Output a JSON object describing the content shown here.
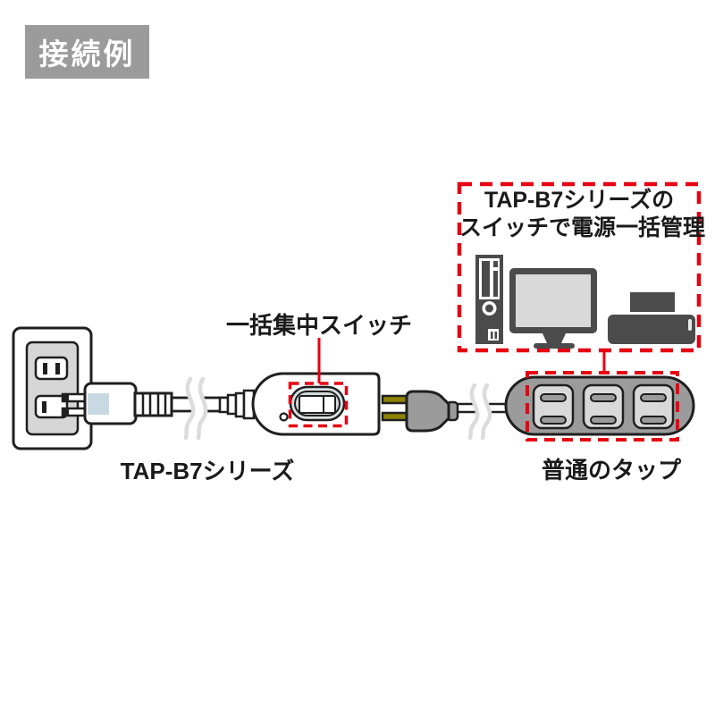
{
  "badge": {
    "label": "接続例"
  },
  "callouts": {
    "switch_label": "一括集中スイッチ",
    "annotation_box": {
      "line1": "TAP-B7シリーズの",
      "line2": "スイッチで電源一括管理"
    }
  },
  "device_labels": {
    "tap_b7": "TAP-B7シリーズ",
    "ordinary_tap": "普通のタップ"
  },
  "icons": [
    "wall-outlet-icon",
    "power-plug-icon",
    "cable-break-icon",
    "rocker-switch-icon",
    "indicator-lamp-icon",
    "two-prong-plug-icon",
    "power-strip-icon",
    "desktop-pc-icon",
    "monitor-icon",
    "printer-icon"
  ],
  "colors": {
    "annotation_red": "#e60012",
    "outline_black": "#1f1f1f",
    "device_gray": "#9b9b9b",
    "panel_light_gray": "#d6d6d6",
    "switch_face": "#dce1e4",
    "plug_accent_blue": "#c9d9e2",
    "prong_brass": "#8e8400",
    "icon_dark_gray": "#4b4b4b",
    "badge_bg": "#9b9b9b"
  }
}
